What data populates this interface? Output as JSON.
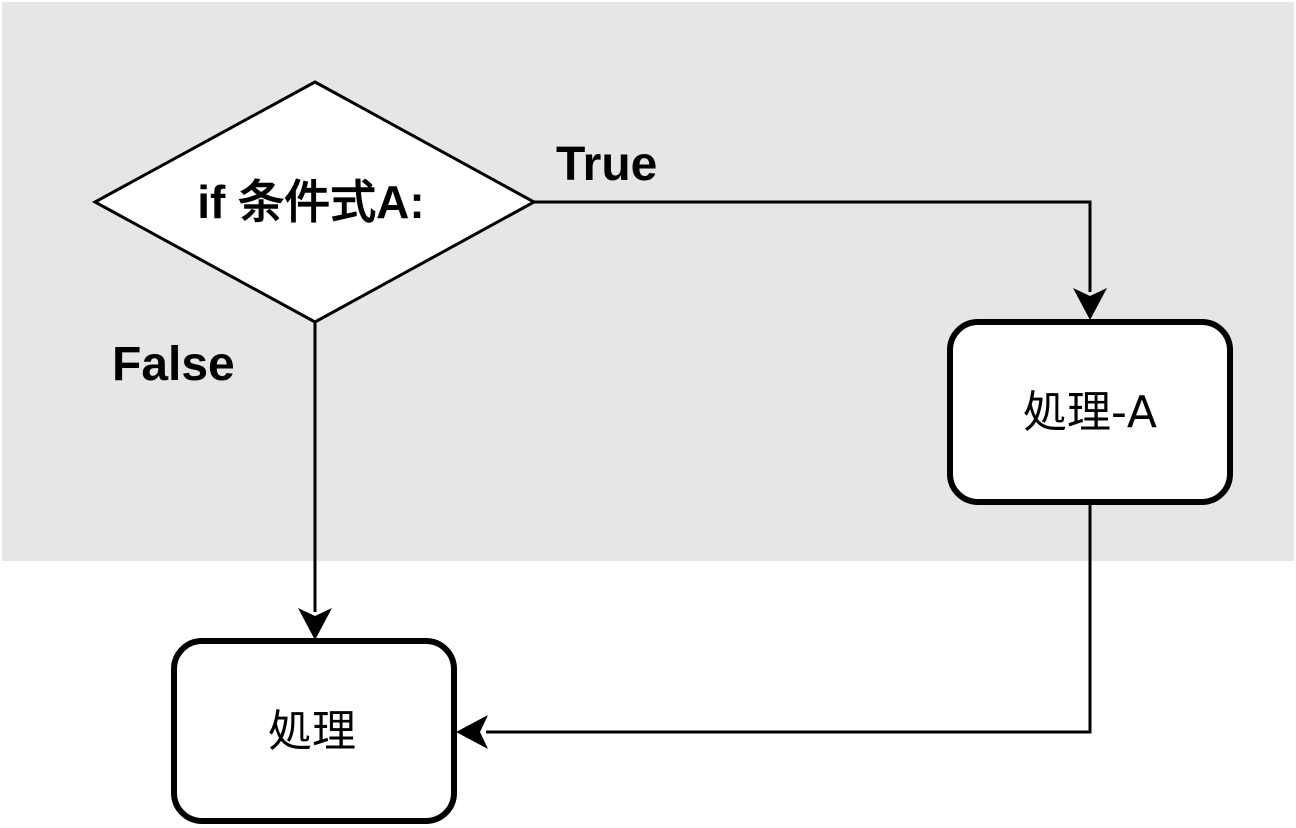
{
  "colors": {
    "region_fill": "#e6e6e6",
    "stroke": "#000000",
    "node_fill": "#ffffff"
  },
  "decision": {
    "label": "if 条件式A:"
  },
  "edges": {
    "true_label": "True",
    "false_label": "False"
  },
  "nodes": {
    "process_a": "処理-A",
    "process": "処理"
  }
}
